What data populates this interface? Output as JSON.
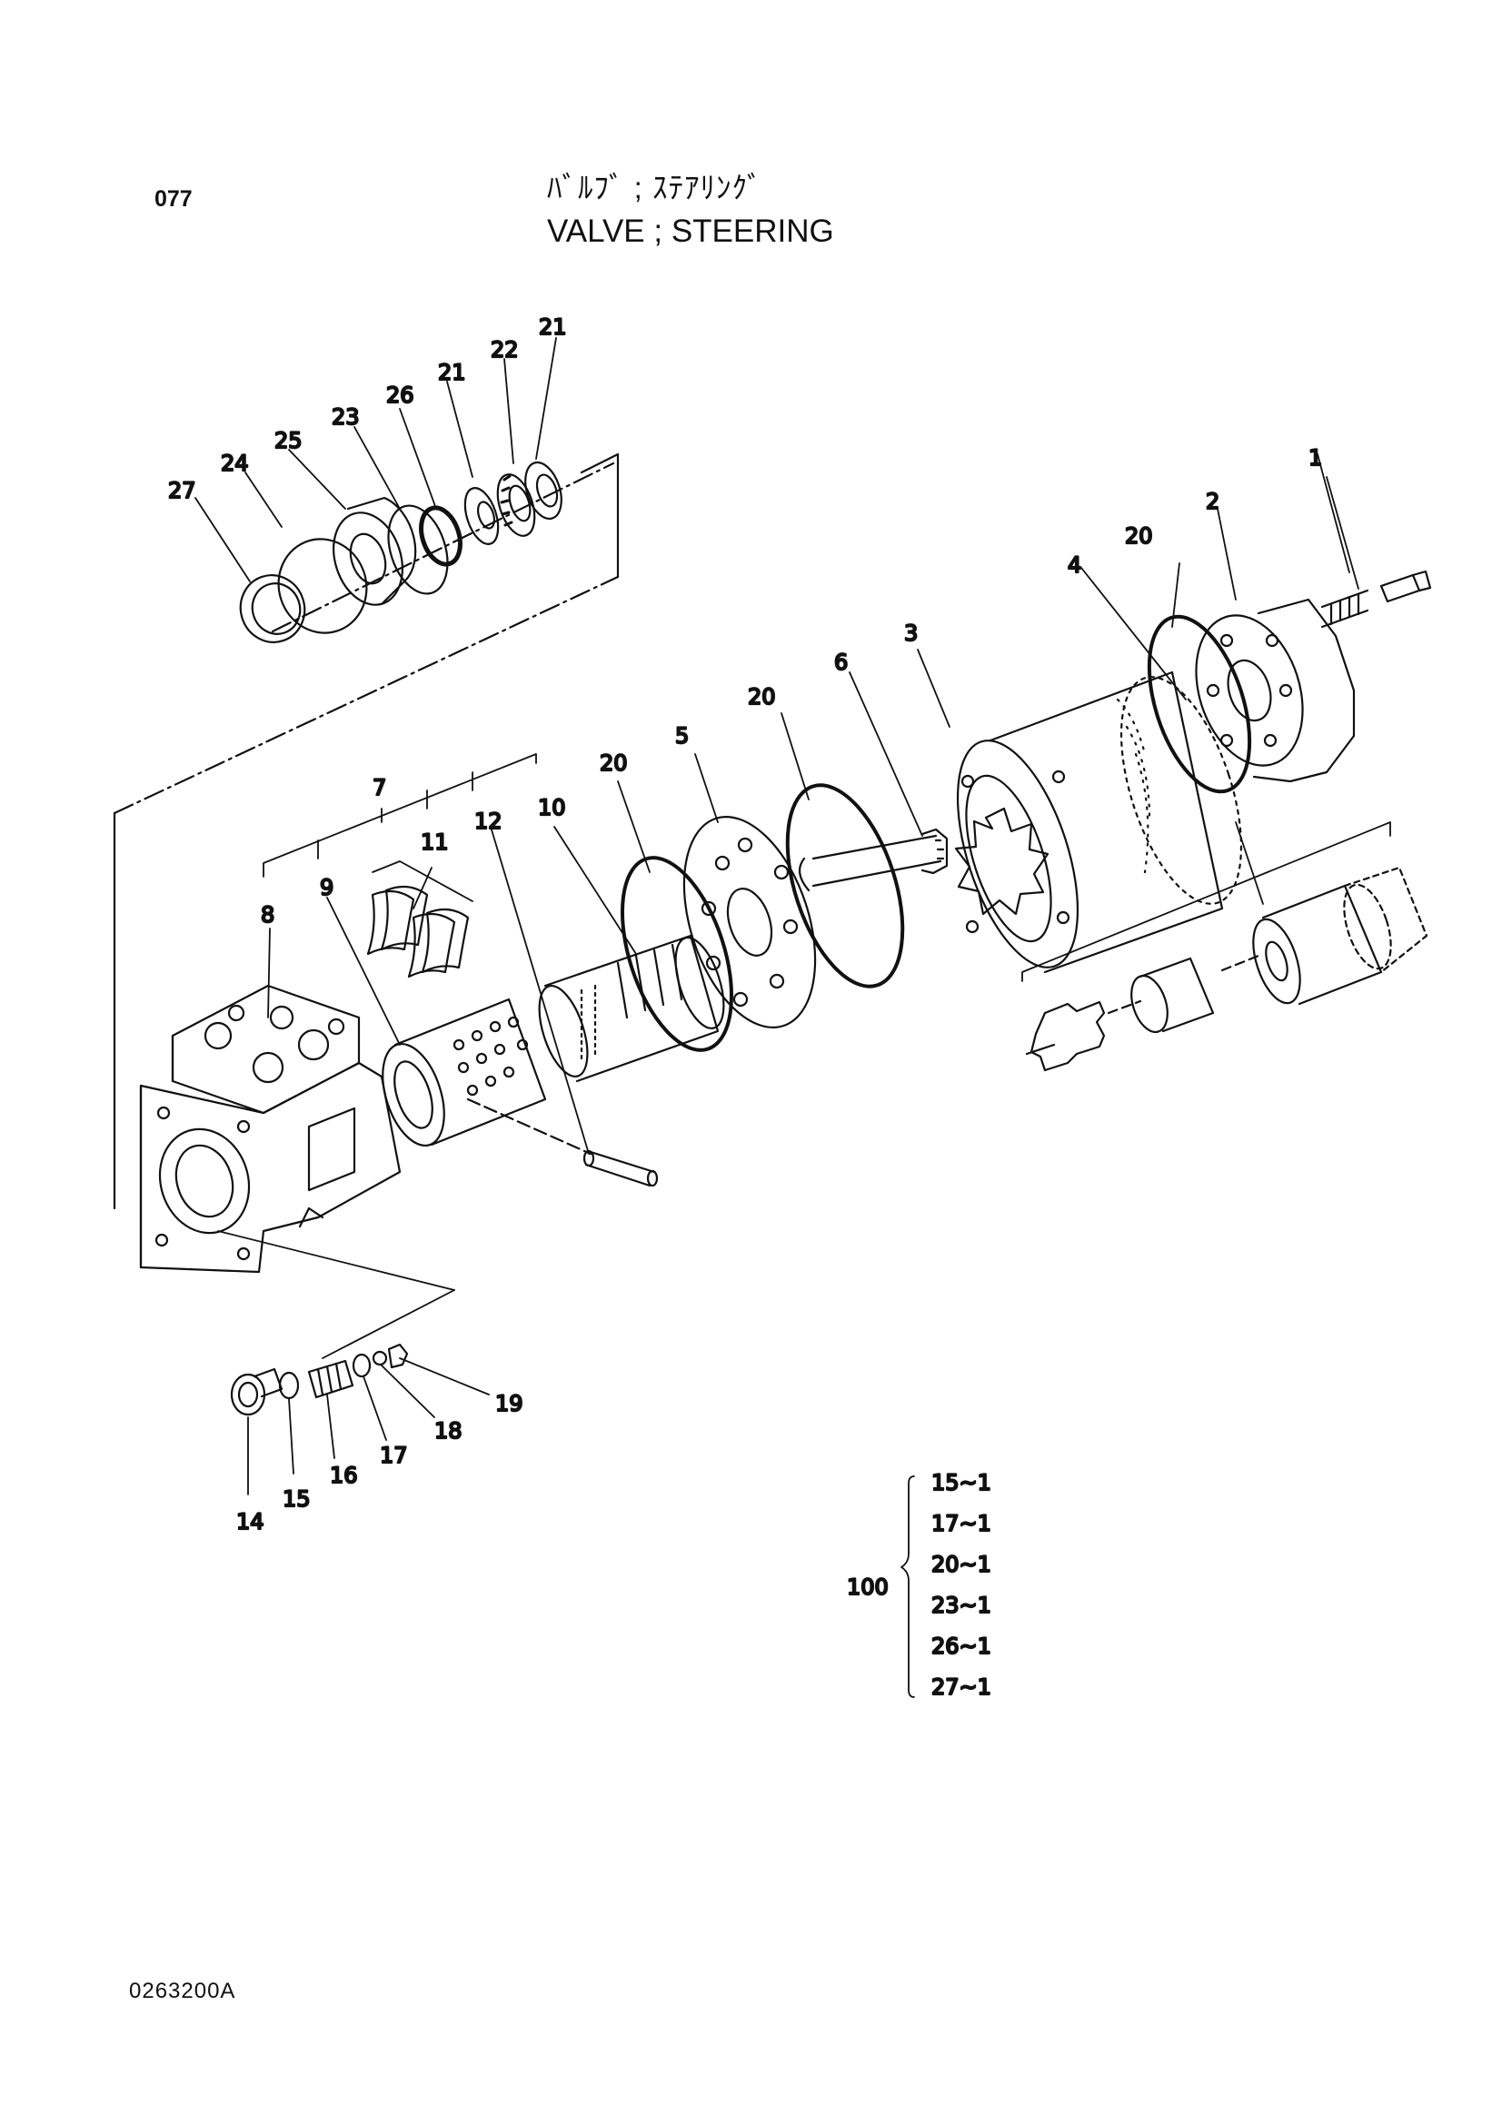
{
  "header": {
    "page_number": "077",
    "title_jp": "ﾊﾞﾙﾌﾞ ; ｽﾃｱﾘﾝｸﾞ",
    "title_en": "VALVE ; STEERING"
  },
  "callouts": {
    "c1": "1",
    "c2": "2",
    "c3": "3",
    "c4": "4",
    "c5": "5",
    "c6": "6",
    "c7": "7",
    "c8": "8",
    "c9": "9",
    "c10": "10",
    "c11": "11",
    "c12": "12",
    "c14": "14",
    "c15": "15",
    "c16": "16",
    "c17": "17",
    "c18": "18",
    "c19": "19",
    "c20a": "20",
    "c20b": "20",
    "c20c": "20",
    "c21a": "21",
    "c21b": "21",
    "c22": "22",
    "c23": "23",
    "c24": "24",
    "c25": "25",
    "c26": "26",
    "c27": "27"
  },
  "kit": {
    "label": "100",
    "items": [
      "15~1",
      "17~1",
      "20~1",
      "23~1",
      "26~1",
      "27~1"
    ]
  },
  "footer": {
    "drawing_number": "0263200A"
  }
}
